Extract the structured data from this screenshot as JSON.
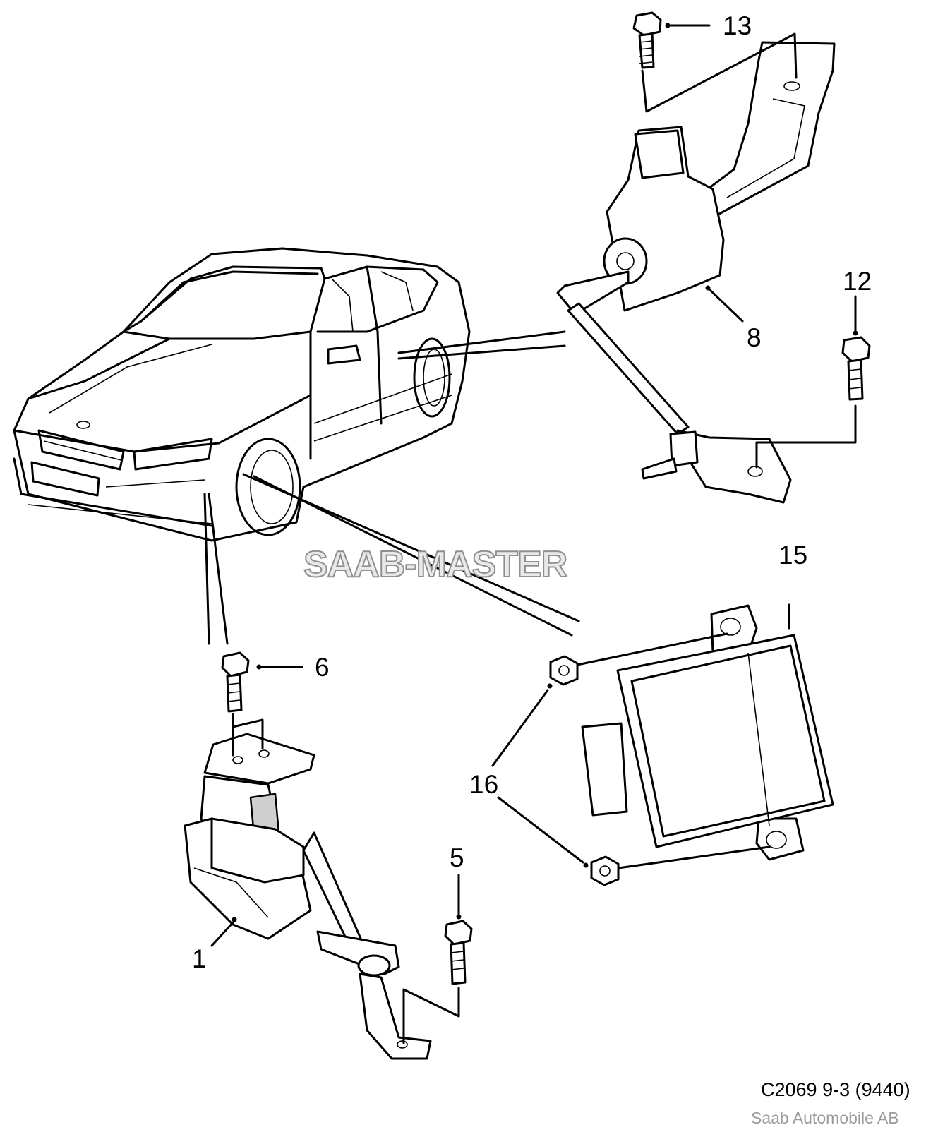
{
  "diagram": {
    "watermark": "SAAB-MASTER",
    "drawing_code": "C2069 9-3 (9440)",
    "copyright": "Saab Automobile AB",
    "callouts": [
      {
        "id": "1",
        "text": "1"
      },
      {
        "id": "5",
        "text": "5"
      },
      {
        "id": "6",
        "text": "6"
      },
      {
        "id": "8",
        "text": "8"
      },
      {
        "id": "12",
        "text": "12"
      },
      {
        "id": "13",
        "text": "13"
      },
      {
        "id": "15",
        "text": "15"
      },
      {
        "id": "16",
        "text": "16"
      }
    ]
  }
}
